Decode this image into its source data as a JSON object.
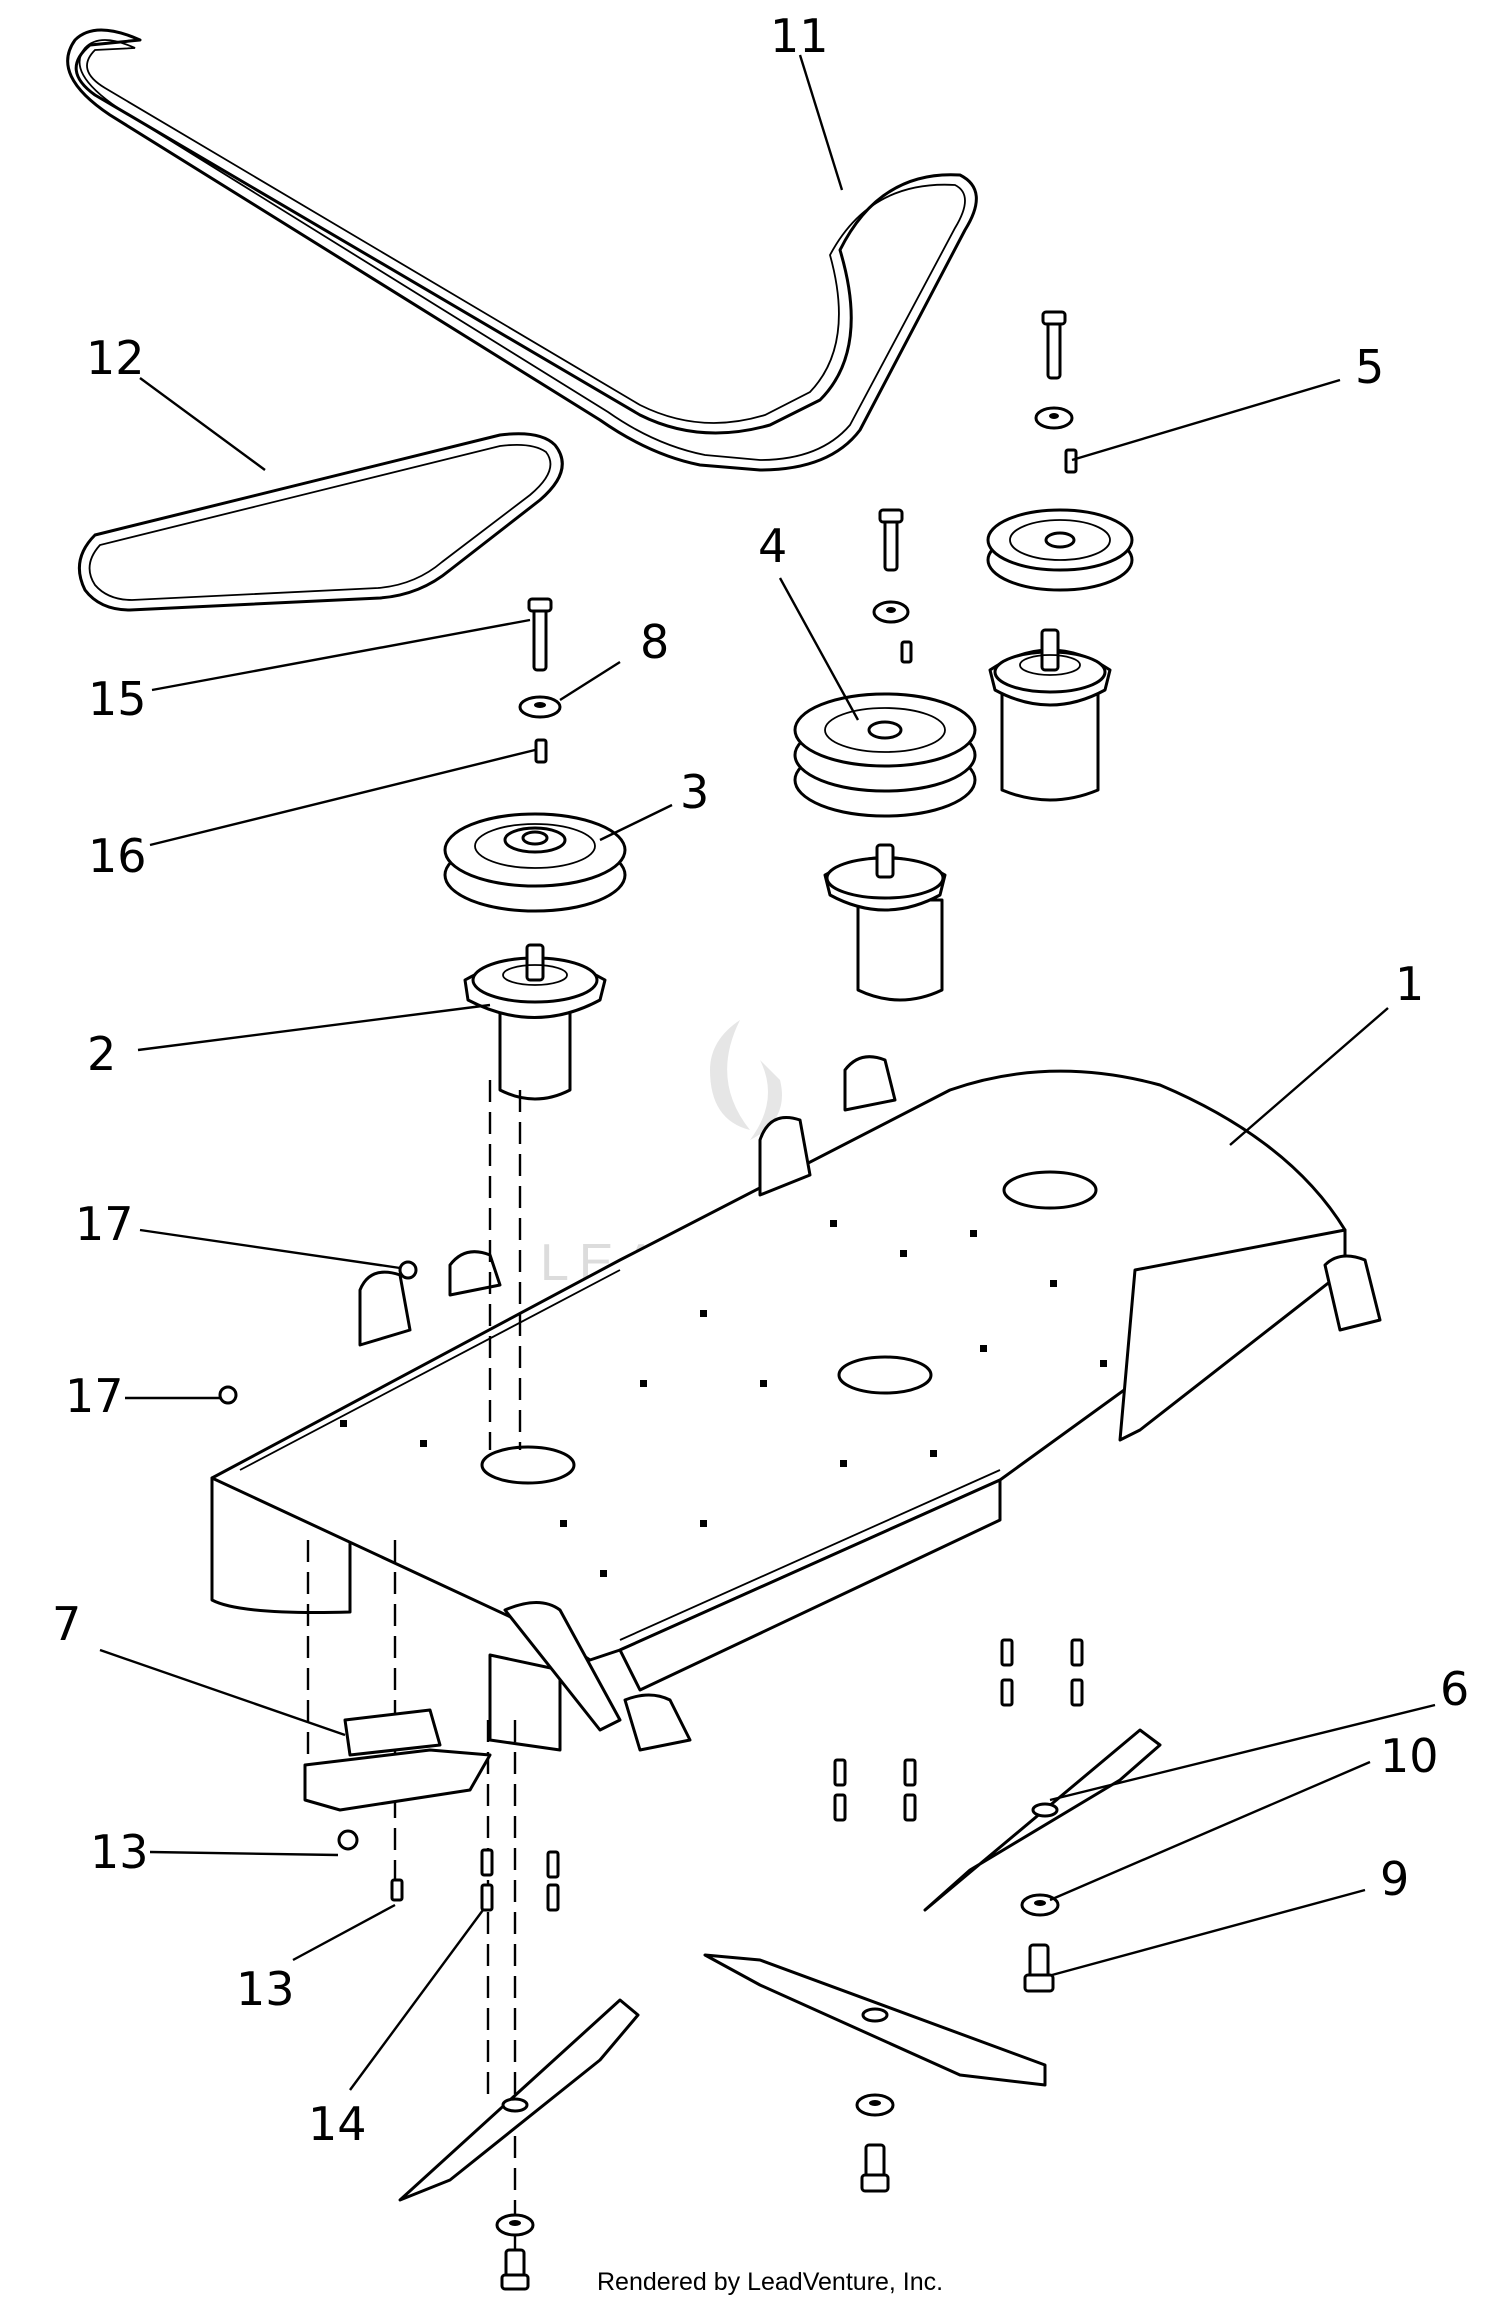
{
  "footer": {
    "credit": "Rendered by LeadVenture, Inc."
  },
  "watermark": {
    "text": "LEADVENTURE"
  },
  "callouts": [
    {
      "id": "11",
      "label": "11"
    },
    {
      "id": "12",
      "label": "12"
    },
    {
      "id": "5",
      "label": "5"
    },
    {
      "id": "4",
      "label": "4"
    },
    {
      "id": "8",
      "label": "8"
    },
    {
      "id": "15",
      "label": "15"
    },
    {
      "id": "3",
      "label": "3"
    },
    {
      "id": "16",
      "label": "16"
    },
    {
      "id": "1",
      "label": "1"
    },
    {
      "id": "2",
      "label": "2"
    },
    {
      "id": "17a",
      "label": "17"
    },
    {
      "id": "17b",
      "label": "17"
    },
    {
      "id": "7",
      "label": "7"
    },
    {
      "id": "6",
      "label": "6"
    },
    {
      "id": "10",
      "label": "10"
    },
    {
      "id": "9",
      "label": "9"
    },
    {
      "id": "13a",
      "label": "13"
    },
    {
      "id": "13b",
      "label": "13"
    },
    {
      "id": "14",
      "label": "14"
    }
  ]
}
